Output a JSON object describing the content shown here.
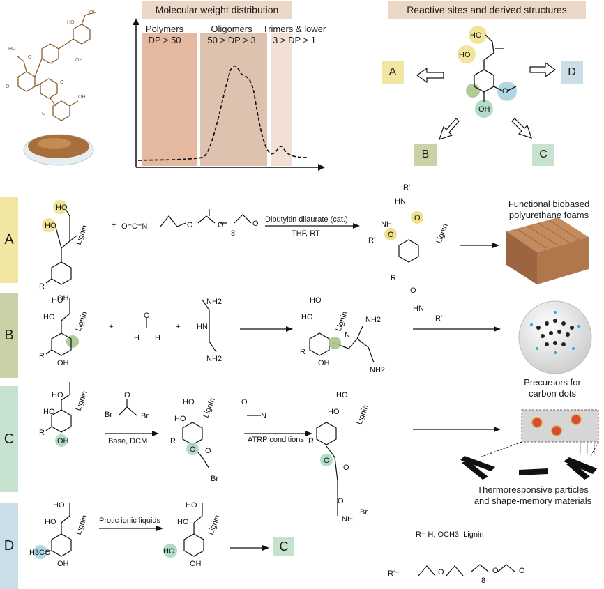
{
  "header": {
    "mwd_title": "Molecular weight distribution",
    "sites_title": "Reactive sites and derived structures"
  },
  "mwd": {
    "polymers": "Polymers",
    "polymers_dp": "DP > 50",
    "oligomers": "Oligomers",
    "oligomers_dp": "50 > DP > 3",
    "trimers": "Trimers & lower",
    "trimers_dp": "3 > DP > 1"
  },
  "sites": {
    "A": "A",
    "B": "B",
    "C": "C",
    "D": "D",
    "ho": "HO",
    "oh": "OH",
    "o": "O"
  },
  "rows": {
    "A": {
      "label": "A",
      "reagent": "Dibutyltin dilaurate (cat.)",
      "conditions": "THF,  RT",
      "isocyanate_o": "O=C=N",
      "n": "8",
      "product": "Functional biobased polyurethane foams",
      "product_line1": "Functional biobased",
      "product_line2": "polyurethane foams"
    },
    "B": {
      "label": "B",
      "nh2": "NH2",
      "hn": "HN",
      "product_line1": "Precursors for",
      "product_line2": "carbon dots"
    },
    "C": {
      "label": "C",
      "step1": "Base, DCM",
      "step2": "ATRP conditions",
      "product_line1": "Thermoresponsive particles",
      "product_line2": "and shape-memory materials"
    },
    "D": {
      "label": "D",
      "reagent": "Protic ionic liquids",
      "target": "C"
    }
  },
  "common": {
    "lignin": "Lignin",
    "r": "R",
    "ho": "HO",
    "oh": "OH",
    "h3co": "H3CO",
    "br": "Br",
    "nh": "NH",
    "hn": "HN",
    "r_prime": "R'",
    "r_def": "R= H, OCH3, Lignin",
    "r_prime_def": "R'="
  },
  "colors": {
    "header_bg": "#ead7c6",
    "A": "#f2e7a0",
    "B": "#c9d2a6",
    "C": "#c6e2cf",
    "D": "#c9dee6",
    "polymers_band": "#e2b196",
    "oligomers_band": "#d9bba6",
    "trimers_band": "#f1e0d3",
    "hl_yellow": "#efe08a",
    "hl_green": "#a8c48d",
    "hl_teal": "#a8d8c0",
    "hl_blue": "#a8d4df",
    "lignin_brown": "#8a5a2b"
  }
}
